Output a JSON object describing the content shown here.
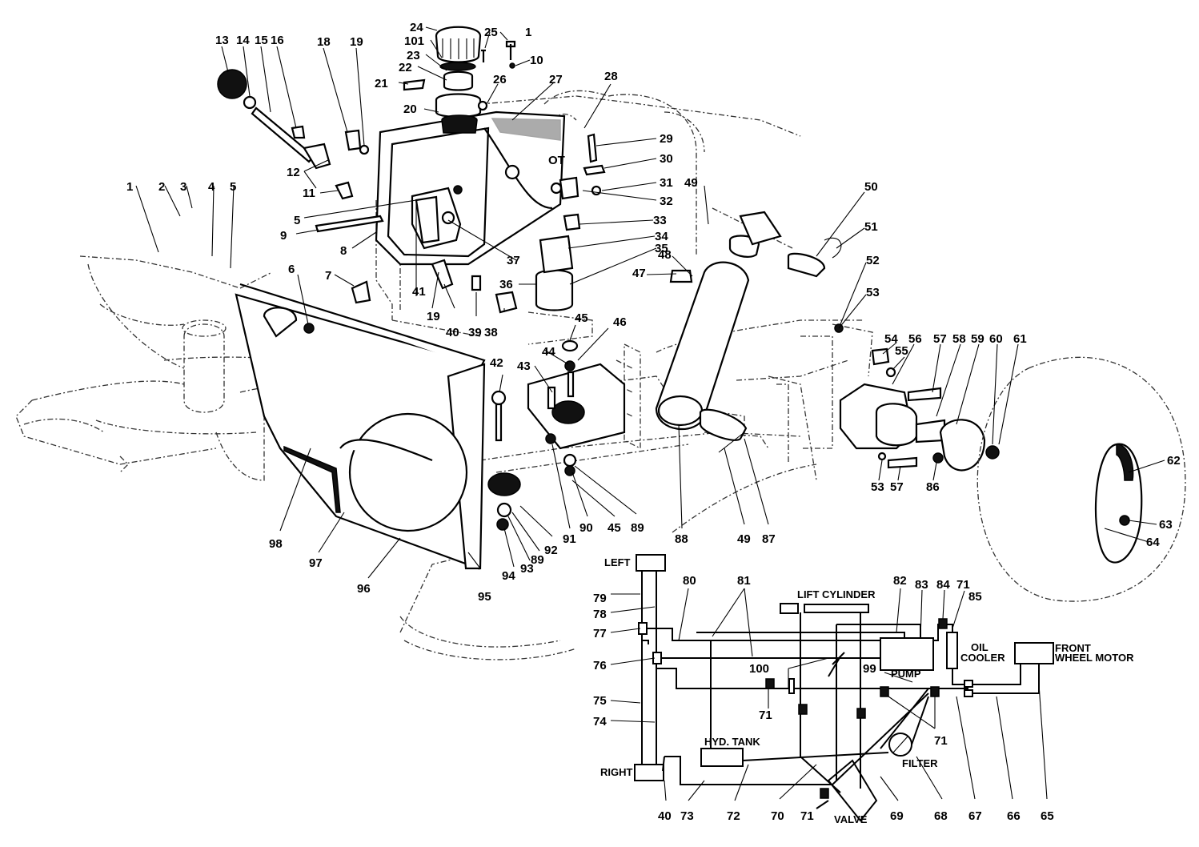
{
  "labels": {
    "left": "LEFT",
    "right": "RIGHT",
    "lift_cylinder": "LIFT CYLINDER",
    "pump": "PUMP",
    "oil_cooler_1": "OIL",
    "oil_cooler_2": "COOLER",
    "front_wheel_motor_1": "FRONT",
    "front_wheel_motor_2": "WHEEL MOTOR",
    "hyd_tank": "HYD. TANK",
    "filter": "FILTER",
    "valve": "VALVE",
    "tank_logo": "OT"
  },
  "callouts": {
    "c24": "24",
    "c25": "25",
    "c1a": "1",
    "c101": "101",
    "c23": "23",
    "c10": "10",
    "c22": "22",
    "c26": "26",
    "c21": "21",
    "c27": "27",
    "c28": "28",
    "c20": "20",
    "c13": "13",
    "c14": "14",
    "c15": "15",
    "c16": "16",
    "c18": "18",
    "c19a": "19",
    "c29": "29",
    "c30": "30",
    "c12": "12",
    "c31": "31",
    "c11": "11",
    "c32": "32",
    "c1b": "1",
    "c2": "2",
    "c3": "3",
    "c4": "4",
    "c5a": "5",
    "c5b": "5",
    "c9": "9",
    "c8": "8",
    "c33": "33",
    "c34": "34",
    "c35": "35",
    "c37": "37",
    "c49a": "49",
    "c50": "50",
    "c51": "51",
    "c52": "52",
    "c53a": "53",
    "c48": "48",
    "c47": "47",
    "c6": "6",
    "c7": "7",
    "c41": "41",
    "c36": "36",
    "c19b": "19",
    "c40a": "40",
    "c39": "39",
    "c38": "38",
    "c45a": "45",
    "c46": "46",
    "c54": "54",
    "c55": "55",
    "c56": "56",
    "c57a": "57",
    "c58": "58",
    "c59": "59",
    "c60": "60",
    "c61": "61",
    "c44": "44",
    "c42": "42",
    "c43": "43",
    "c62": "62",
    "c53b": "53",
    "c57b": "57",
    "c86": "86",
    "c98": "98",
    "c97": "97",
    "c96": "96",
    "c95": "95",
    "c94": "94",
    "c93": "93",
    "c89a": "89",
    "c92": "92",
    "c91": "91",
    "c90": "90",
    "c45b": "45",
    "c89b": "89",
    "c88": "88",
    "c49b": "49",
    "c87": "87",
    "c63": "63",
    "c64": "64",
    "c79": "79",
    "c78": "78",
    "c80": "80",
    "c81": "81",
    "c82": "82",
    "c83": "83",
    "c84": "84",
    "c71a": "71",
    "c85": "85",
    "c77": "77",
    "c76": "76",
    "c100": "100",
    "c99": "99",
    "c75": "75",
    "c71b": "71",
    "c74": "74",
    "c71c": "71",
    "c40b": "40",
    "c73": "73",
    "c72": "72",
    "c70": "70",
    "c71d": "71",
    "c69": "69",
    "c68": "68",
    "c67": "67",
    "c66": "66",
    "c65": "65"
  }
}
